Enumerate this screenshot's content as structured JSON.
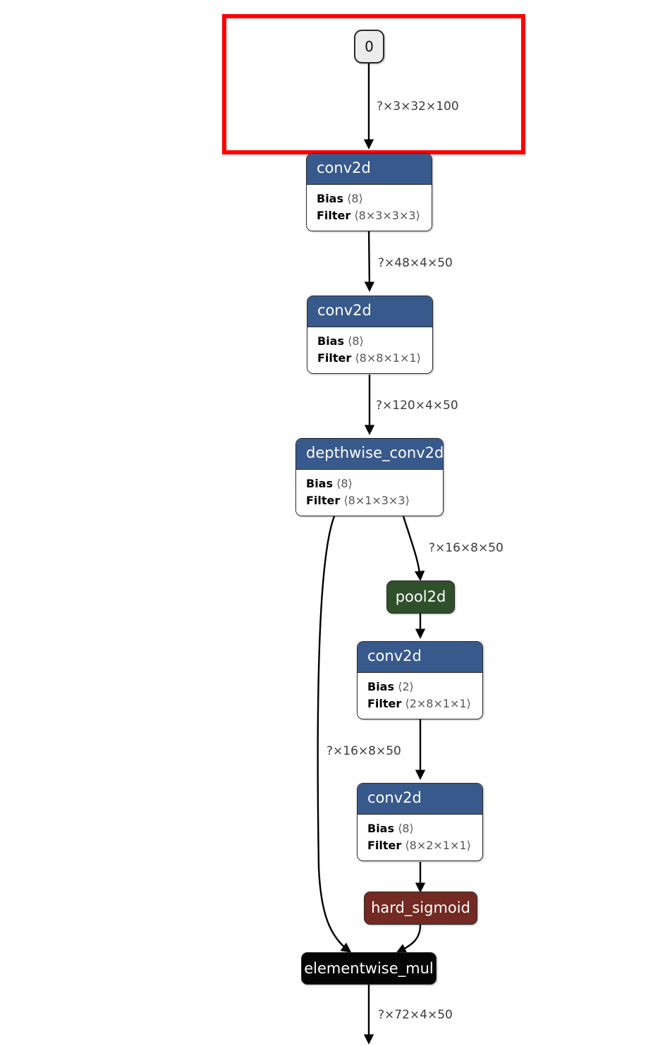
{
  "graph": {
    "title": "neural-network-operator-graph",
    "colors": {
      "conv_header": "#38598b",
      "pool_fill": "#30502c",
      "activation_fill": "#722a22",
      "elementwise_fill": "#050505",
      "input_fill": "#ececec",
      "border": "#2b2b2b",
      "annotation": "#ff0000",
      "edge": "#000000",
      "label_text": "#3b3b3b"
    },
    "annotation": {
      "name": "highlight-region",
      "color": "#ff0000",
      "border_width": 6
    },
    "nodes": [
      {
        "id": "input0",
        "kind": "input",
        "label": "0"
      },
      {
        "id": "conv2d_1",
        "kind": "op",
        "label": "conv2d",
        "params": [
          {
            "key": "Bias",
            "value": "⟨8⟩"
          },
          {
            "key": "Filter",
            "value": "⟨8×3×3×3⟩"
          }
        ]
      },
      {
        "id": "conv2d_2",
        "kind": "op",
        "label": "conv2d",
        "params": [
          {
            "key": "Bias",
            "value": "⟨8⟩"
          },
          {
            "key": "Filter",
            "value": "⟨8×8×1×1⟩"
          }
        ]
      },
      {
        "id": "depthwise_conv2d_1",
        "kind": "op",
        "label": "depthwise_conv2d",
        "params": [
          {
            "key": "Bias",
            "value": "⟨8⟩"
          },
          {
            "key": "Filter",
            "value": "⟨8×1×3×3⟩"
          }
        ]
      },
      {
        "id": "pool2d_1",
        "kind": "pill",
        "label": "pool2d"
      },
      {
        "id": "conv2d_3",
        "kind": "op",
        "label": "conv2d",
        "params": [
          {
            "key": "Bias",
            "value": "⟨2⟩"
          },
          {
            "key": "Filter",
            "value": "⟨2×8×1×1⟩"
          }
        ]
      },
      {
        "id": "conv2d_4",
        "kind": "op",
        "label": "conv2d",
        "params": [
          {
            "key": "Bias",
            "value": "⟨8⟩"
          },
          {
            "key": "Filter",
            "value": "⟨8×2×1×1⟩"
          }
        ]
      },
      {
        "id": "hard_sigmoid_1",
        "kind": "pill",
        "label": "hard_sigmoid"
      },
      {
        "id": "elementwise_mul_1",
        "kind": "pill",
        "label": "elementwise_mul"
      }
    ],
    "edge_labels": [
      {
        "id": "e_input_conv1",
        "text": "?×3×32×100"
      },
      {
        "id": "e_conv1_conv2",
        "text": "?×48×4×50"
      },
      {
        "id": "e_conv2_dw",
        "text": "?×120×4×50"
      },
      {
        "id": "e_dw_pool",
        "text": "?×16×8×50"
      },
      {
        "id": "e_dw_mul",
        "text": "?×16×8×50"
      },
      {
        "id": "e_mul_out",
        "text": "?×72×4×50"
      }
    ]
  }
}
